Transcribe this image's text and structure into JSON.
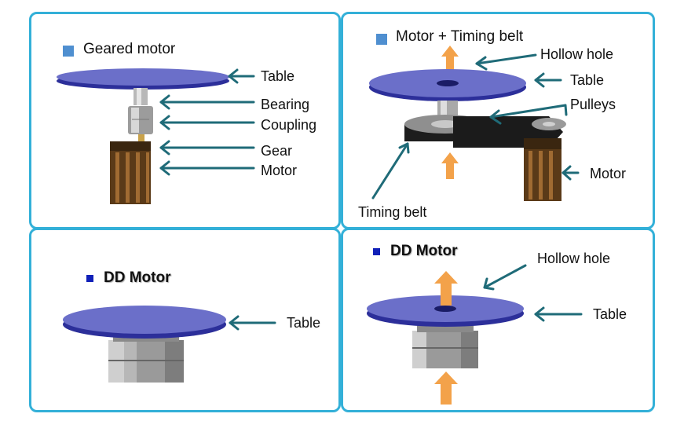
{
  "panels": {
    "geared": {
      "title": "Geared motor",
      "labels": {
        "table": "Table",
        "bearing": "Bearing",
        "coupling": "Coupling",
        "gear": "Gear",
        "motor": "Motor"
      }
    },
    "belt": {
      "title": "Motor + Timing belt",
      "labels": {
        "hollow": "Hollow hole",
        "table": "Table",
        "pulleys": "Pulleys",
        "motor": "Motor",
        "belt": "Timing belt"
      }
    },
    "dd": {
      "title": "DD Motor",
      "labels": {
        "table": "Table"
      }
    },
    "ddhollow": {
      "title": "DD Motor",
      "labels": {
        "hollow": "Hollow hole",
        "table": "Table"
      }
    }
  },
  "colors": {
    "border": "#33b0d8",
    "arrow": "#1f6b78",
    "bullet_light": "#4f8fd0",
    "bullet_dark": "#1020b8",
    "table_top": "#6b6fc9",
    "table_edge": "#2c2f9a",
    "flow_arrow": "#f3a24a"
  },
  "icons": [
    "square-bullet-icon",
    "left-arrow-icon",
    "up-arrow-icon"
  ]
}
